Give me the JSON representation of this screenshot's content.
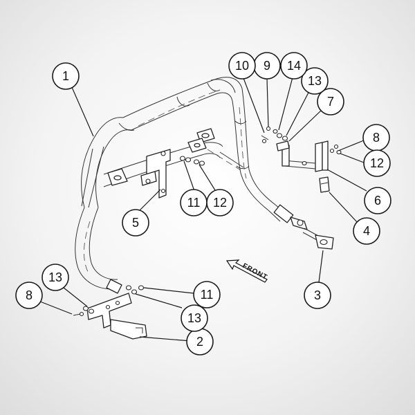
{
  "background": {
    "center": "#ffffff",
    "edge": "#dcdcdc"
  },
  "direction_label": "FRONT",
  "callouts": [
    {
      "id": "1",
      "label": "1"
    },
    {
      "id": "2",
      "label": "2"
    },
    {
      "id": "3",
      "label": "3"
    },
    {
      "id": "4",
      "label": "4"
    },
    {
      "id": "5",
      "label": "5"
    },
    {
      "id": "6",
      "label": "6"
    },
    {
      "id": "7",
      "label": "7"
    },
    {
      "id": "8a",
      "label": "8"
    },
    {
      "id": "8b",
      "label": "8"
    },
    {
      "id": "9",
      "label": "9"
    },
    {
      "id": "10",
      "label": "10"
    },
    {
      "id": "11a",
      "label": "11"
    },
    {
      "id": "11b",
      "label": "11"
    },
    {
      "id": "12a",
      "label": "12"
    },
    {
      "id": "12b",
      "label": "12"
    },
    {
      "id": "13a",
      "label": "13"
    },
    {
      "id": "13b",
      "label": "13"
    },
    {
      "id": "13c",
      "label": "13"
    },
    {
      "id": "14",
      "label": "14"
    }
  ]
}
